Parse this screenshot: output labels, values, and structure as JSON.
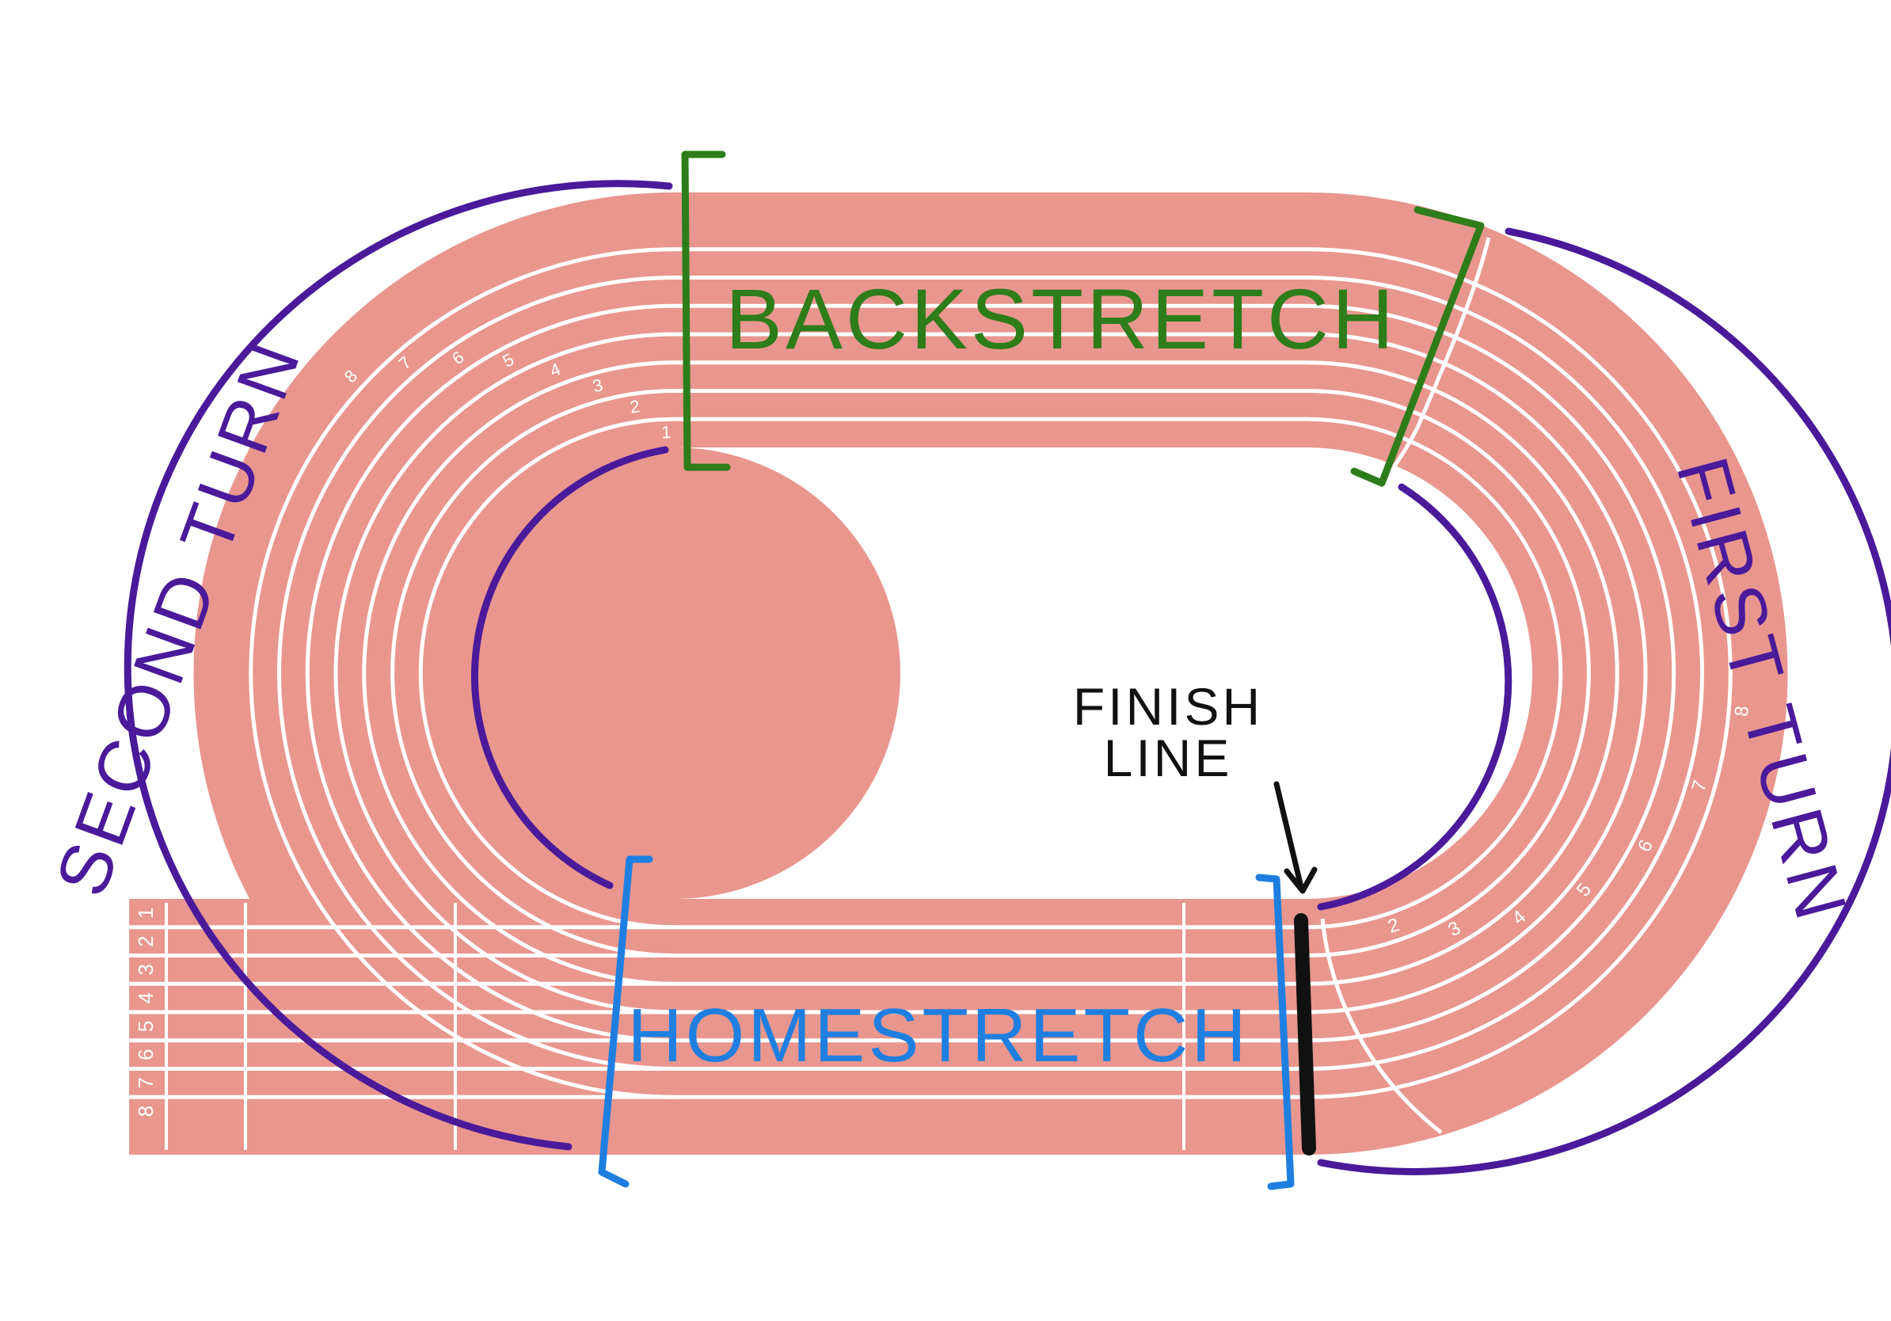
{
  "labels": {
    "backstretch": "BACKSTRETCH",
    "homestretch": "HOMESTRETCH",
    "first_turn": "FIRST TURN",
    "second_turn": "SECOND TURN",
    "finish_line_1": "FINISH",
    "finish_line_2": "LINE"
  },
  "lane_numbers": [
    "1",
    "2",
    "3",
    "4",
    "5",
    "6",
    "7",
    "8"
  ],
  "colors": {
    "track": "#e9968e",
    "lane_line": "#ffffff",
    "turn_arc": "#4a1a9a",
    "backstretch": "#2e7d1b",
    "homestretch": "#1f7fe0",
    "finish_line": "#111111",
    "background": "#ffffff"
  }
}
